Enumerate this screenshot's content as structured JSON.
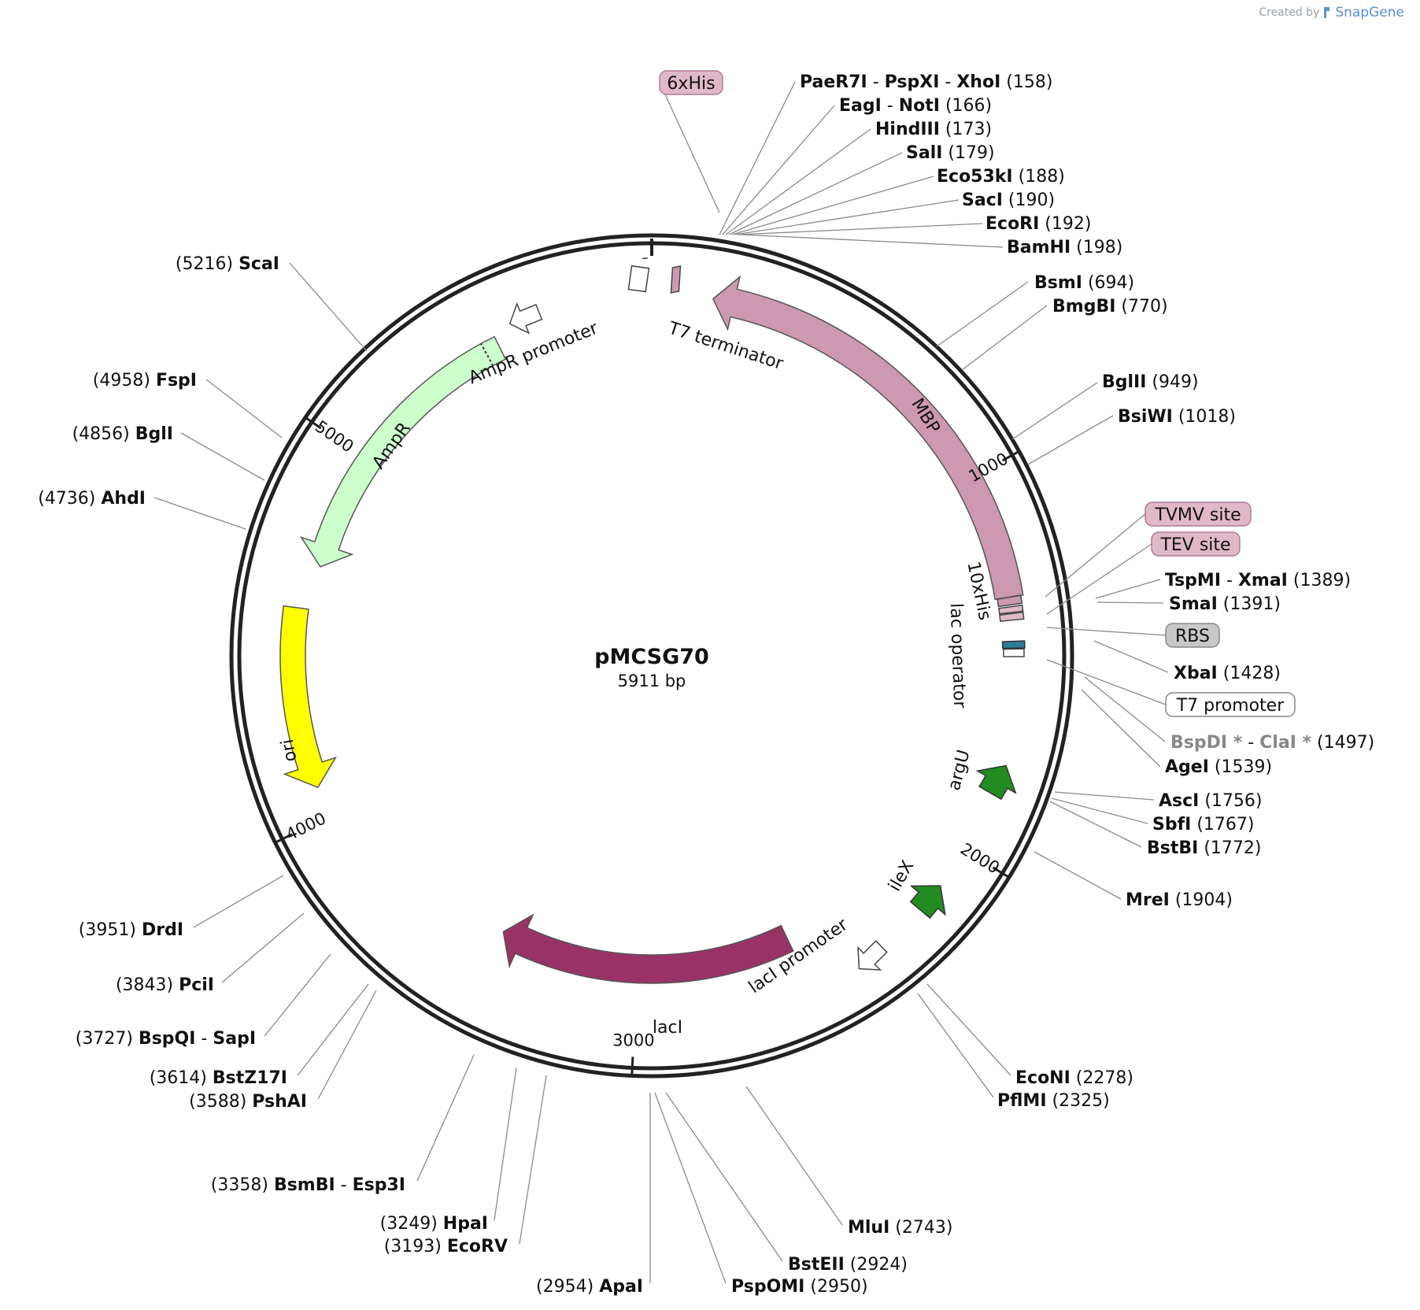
{
  "credit": {
    "prefix": "Created by",
    "brand": "SnapGene",
    "icon": "snapgene-logo-icon"
  },
  "plasmid": {
    "name": "pMCSG70",
    "length_label": "5911 bp",
    "length": 5911
  },
  "ticks": [
    {
      "label": "1000",
      "bp": 1000
    },
    {
      "label": "2000",
      "bp": 2000
    },
    {
      "label": "3000",
      "bp": 3000
    },
    {
      "label": "4000",
      "bp": 4000
    },
    {
      "label": "5000",
      "bp": 5000
    }
  ],
  "features": [
    {
      "name": "6xHis",
      "color": "#e0b8c8",
      "boxed": true
    },
    {
      "name": "T7 terminator",
      "color": "#ffffff"
    },
    {
      "name": "MBP",
      "color": "#cc99b0"
    },
    {
      "name": "10xHis",
      "color": "#cc99b0"
    },
    {
      "name": "lac operator",
      "color": "#ffffff"
    },
    {
      "name": "TVMV site",
      "color": "#e0b8c8",
      "boxed": true
    },
    {
      "name": "TEV site",
      "color": "#e0b8c8",
      "boxed": true
    },
    {
      "name": "RBS",
      "color": "#c8c8c8",
      "boxed": true
    },
    {
      "name": "T7 promoter",
      "color": "#ffffff",
      "boxed": true
    },
    {
      "name": "argU",
      "color": "#228b22"
    },
    {
      "name": "ileX",
      "color": "#228b22"
    },
    {
      "name": "lacI promoter",
      "color": "#ffffff"
    },
    {
      "name": "lacI",
      "color": "#993366"
    },
    {
      "name": "ori",
      "color": "#ffff00"
    },
    {
      "name": "AmpR",
      "color": "#ccffcc"
    },
    {
      "name": "AmpR promoter",
      "color": "#ffffff"
    }
  ],
  "sites": [
    {
      "parts": [
        "PaeR7I",
        "PspXI",
        "XhoI"
      ],
      "pos": "(158)"
    },
    {
      "parts": [
        "EagI",
        "NotI"
      ],
      "pos": "(166)"
    },
    {
      "parts": [
        "HindIII"
      ],
      "pos": "(173)"
    },
    {
      "parts": [
        "SalI"
      ],
      "pos": "(179)"
    },
    {
      "parts": [
        "Eco53kI"
      ],
      "pos": "(188)"
    },
    {
      "parts": [
        "SacI"
      ],
      "pos": "(190)"
    },
    {
      "parts": [
        "EcoRI"
      ],
      "pos": "(192)"
    },
    {
      "parts": [
        "BamHI"
      ],
      "pos": "(198)"
    },
    {
      "parts": [
        "BsmI"
      ],
      "pos": "(694)"
    },
    {
      "parts": [
        "BmgBI"
      ],
      "pos": "(770)"
    },
    {
      "parts": [
        "BglII"
      ],
      "pos": "(949)"
    },
    {
      "parts": [
        "BsiWI"
      ],
      "pos": "(1018)"
    },
    {
      "parts": [
        "TspMI",
        "XmaI"
      ],
      "pos": "(1389)"
    },
    {
      "parts": [
        "SmaI"
      ],
      "pos": "(1391)"
    },
    {
      "parts": [
        "XbaI"
      ],
      "pos": "(1428)"
    },
    {
      "parts": [
        "BspDI *",
        "ClaI *"
      ],
      "pos": "(1497)",
      "grey": true
    },
    {
      "parts": [
        "AgeI"
      ],
      "pos": "(1539)"
    },
    {
      "parts": [
        "AscI"
      ],
      "pos": "(1756)"
    },
    {
      "parts": [
        "SbfI"
      ],
      "pos": "(1767)"
    },
    {
      "parts": [
        "BstBI"
      ],
      "pos": "(1772)"
    },
    {
      "parts": [
        "MreI"
      ],
      "pos": "(1904)"
    },
    {
      "parts": [
        "EcoNI"
      ],
      "pos": "(2278)"
    },
    {
      "parts": [
        "PflMI"
      ],
      "pos": "(2325)"
    },
    {
      "parts": [
        "MluI"
      ],
      "pos": "(2743)"
    },
    {
      "parts": [
        "BstEII"
      ],
      "pos": "(2924)"
    },
    {
      "parts": [
        "PspOMI"
      ],
      "pos": "(2950)"
    },
    {
      "parts": [
        "ApaI"
      ],
      "pos": "(2954)"
    },
    {
      "parts": [
        "EcoRV"
      ],
      "pos": "(3193)"
    },
    {
      "parts": [
        "HpaI"
      ],
      "pos": "(3249)"
    },
    {
      "parts": [
        "BsmBI",
        "Esp3I"
      ],
      "pos": "(3358)"
    },
    {
      "parts": [
        "PshAI"
      ],
      "pos": "(3588)"
    },
    {
      "parts": [
        "BstZ17I"
      ],
      "pos": "(3614)"
    },
    {
      "parts": [
        "BspQI",
        "SapI"
      ],
      "pos": "(3727)"
    },
    {
      "parts": [
        "PciI"
      ],
      "pos": "(3843)"
    },
    {
      "parts": [
        "DrdI"
      ],
      "pos": "(3951)"
    },
    {
      "parts": [
        "AhdI"
      ],
      "pos": "(4736)"
    },
    {
      "parts": [
        "BglI"
      ],
      "pos": "(4856)"
    },
    {
      "parts": [
        "FspI"
      ],
      "pos": "(4958)"
    },
    {
      "parts": [
        "ScaI"
      ],
      "pos": "(5216)"
    }
  ]
}
